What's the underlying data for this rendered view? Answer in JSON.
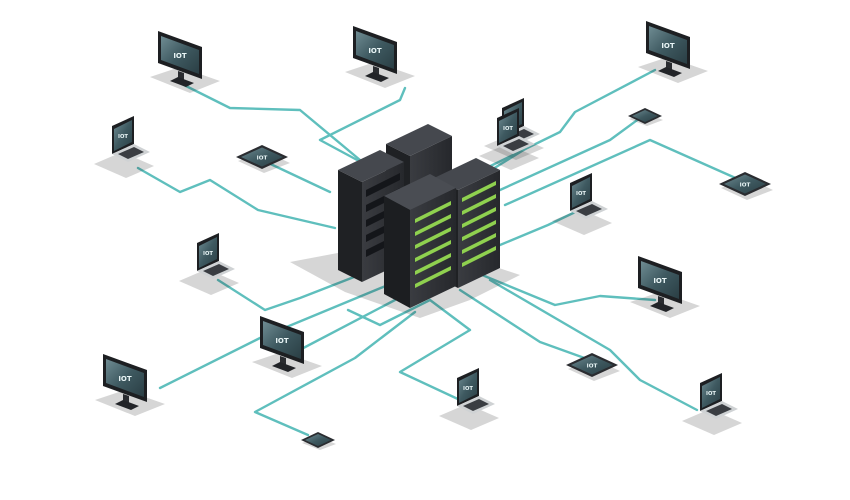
{
  "scene": {
    "colors": {
      "wire": "#5fbfbd",
      "rack_body": "#2b2d31",
      "rack_led": "#8fd14f",
      "screen": "#3f5a63",
      "bezel": "#1d1f22"
    },
    "screen_label": "IOT",
    "central_hub": {
      "kind": "server-rack",
      "count": 4
    },
    "devices": [
      {
        "kind": "monitor"
      },
      {
        "kind": "monitor"
      },
      {
        "kind": "monitor"
      },
      {
        "kind": "laptop"
      },
      {
        "kind": "tablet"
      },
      {
        "kind": "laptop"
      },
      {
        "kind": "phone"
      },
      {
        "kind": "laptop"
      },
      {
        "kind": "tablet"
      },
      {
        "kind": "laptop"
      },
      {
        "kind": "monitor"
      },
      {
        "kind": "monitor"
      },
      {
        "kind": "monitor"
      },
      {
        "kind": "tablet"
      },
      {
        "kind": "laptop"
      },
      {
        "kind": "phone"
      },
      {
        "kind": "laptop"
      },
      {
        "kind": "laptop"
      }
    ]
  }
}
